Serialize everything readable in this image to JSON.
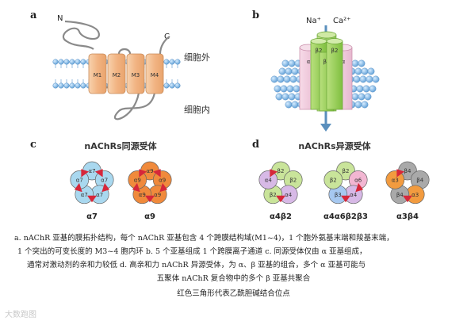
{
  "panels": {
    "a": {
      "letter": "a",
      "n_label": "N",
      "c_label": "C",
      "segments": [
        "M1",
        "M2",
        "M3",
        "M4"
      ],
      "outside": "细胞外",
      "inside": "细胞内"
    },
    "b": {
      "letter": "b",
      "na": "Na⁺",
      "ca": "Ca²⁺",
      "subunits": [
        "α",
        "β2",
        "β4",
        "α",
        "β2"
      ]
    },
    "c": {
      "letter": "c",
      "title": "nAChRs同源受体",
      "pentamers": [
        {
          "label": "α7",
          "subunits": [
            "α7",
            "α7",
            "α7",
            "α7",
            "α7"
          ],
          "color": "#a9d8ef"
        },
        {
          "label": "α9",
          "subunits": [
            "α9",
            "α9",
            "α9",
            "α9",
            "α9"
          ],
          "color": "#f08a3c"
        }
      ]
    },
    "d": {
      "letter": "d",
      "title": "nAChRs异源受体",
      "pentamers": [
        {
          "label": "α4β2",
          "subunits": [
            "β2",
            "β2",
            "α4",
            "β2",
            "α4"
          ]
        },
        {
          "label": "α4α6β2β3",
          "subunits": [
            "β2",
            "α6",
            "α4",
            "β3",
            "β2"
          ]
        },
        {
          "label": "α3β4",
          "subunits": [
            "β4",
            "β4",
            "α3",
            "β4",
            "α3"
          ]
        }
      ]
    }
  },
  "caption": {
    "line1": "a. nAChR 亚基的膜拓扑结构，每个 nAChR 亚基包含 4 个跨膜结构域(M1~4)，1 个胞外氨基末端和羧基末端，",
    "line2": "1 个突出的可变长度的 M3~4 胞内环   b. 5 个亚基组成 1 个跨膜离子通道   c. 同源受体仅由 α 亚基组成，",
    "line3": "通常对激动剂的亲和力较低   d. 高亲和力 nAChR 异源受体，为 α、β 亚基的组合，多个 α 亚基可能与",
    "line4": "五聚体 nAChR 复合物中的多个 β 亚基共聚合",
    "line5": "红色三角形代表乙酰胆碱结合位点"
  },
  "watermark": "大数跑图",
  "colors": {
    "segment": "#f4c59a",
    "membrane": "#7fb3e0",
    "channel": "#9bd15c",
    "alpha_d": "#d7b9e6",
    "beta_d": "#c9e49a",
    "alpha3": "#f29b3f",
    "beta4": "#a9a9a9",
    "triangle": "#d6273a"
  }
}
